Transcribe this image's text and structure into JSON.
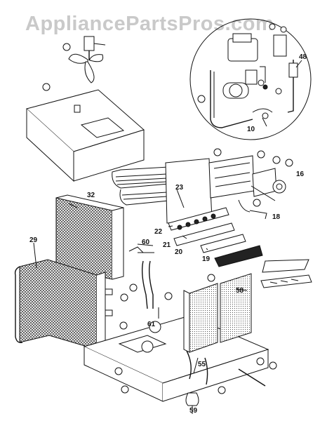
{
  "watermark": "AppliancePartsPros.com",
  "part_labels": {
    "p16": "16",
    "p18": "18",
    "p19": "19",
    "p20": "20",
    "p21": "21",
    "p22": "22",
    "p23": "23",
    "p29": "29",
    "p32": "32",
    "p10": "10",
    "p48": "48",
    "p55": "55",
    "p58": "58",
    "p59": "59",
    "p60": "60",
    "p61": "61"
  }
}
